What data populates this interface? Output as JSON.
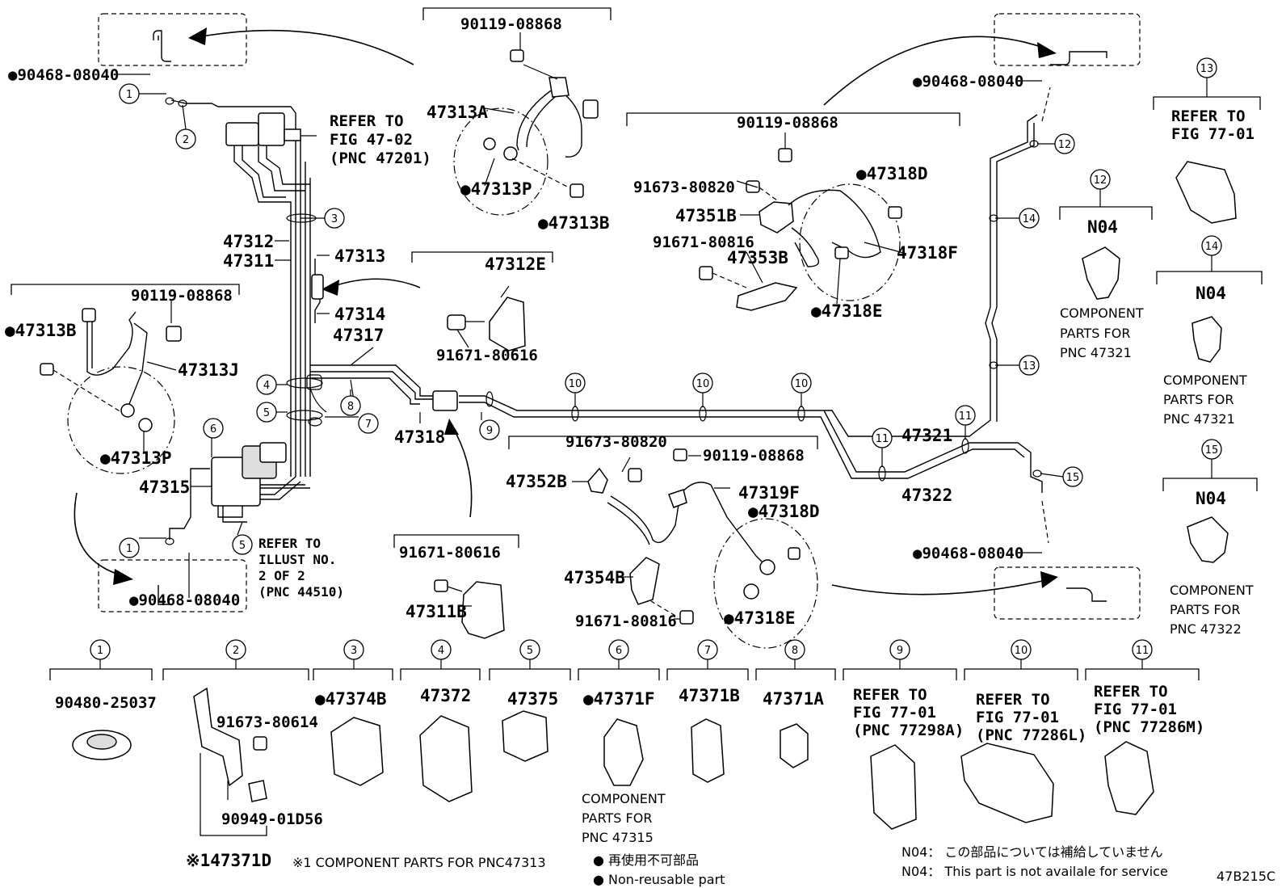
{
  "callouts": {
    "c1a": "1",
    "c2a": "2",
    "c3a": "3",
    "c4a": "4",
    "c5a": "5",
    "c6a": "6",
    "c7a": "7",
    "c8a": "8",
    "c9a": "9",
    "c10a": "10",
    "c10b": "10",
    "c10c": "10",
    "c11a": "11",
    "c11b": "11",
    "c12a": "12",
    "c13a": "13",
    "c14a": "14",
    "c15a": "15",
    "c1b": "1",
    "c5b": "5",
    "r1": "1",
    "r2": "2",
    "r3": "3",
    "r4": "4",
    "r5": "5",
    "r6": "6",
    "r7": "7",
    "r8": "8",
    "r9": "9",
    "r10": "10",
    "r11": "11",
    "s12": "12",
    "s13": "13",
    "s14": "14",
    "s15": "15"
  },
  "labels": {
    "p90468_tl": "●90468-08040",
    "p90468_bl": "●90468-08040",
    "p90468_tr": "●90468-08040",
    "p90468_br": "●90468-08040",
    "p90119_top": "90119-08868",
    "p47313A": "47313A",
    "p47313P_top": "●47313P",
    "p47313B_top": "●47313B",
    "refer_fig_47_02_l1": "REFER TO",
    "refer_fig_47_02_l2": "FIG 47-02",
    "refer_fig_47_02_l3": "(PNC 47201)",
    "p47312": "47312",
    "p47311": "47311",
    "p47313": "47313",
    "p47314": "47314",
    "p47317": "47317",
    "p47312E": "47312E",
    "p91671_80616_a": "91671-80616",
    "p90119_left": "90119-08868",
    "p47313B_left": "●47313B",
    "p47313J": "47313J",
    "p47313P_left": "●47313P",
    "p47315": "47315",
    "p47318": "47318",
    "refer_illust_l1": "REFER TO",
    "refer_illust_l2": "ILLUST NO.",
    "refer_illust_l3": "2 OF 2",
    "refer_illust_l4": "(PNC 44510)",
    "p91671_80616_b": "91671-80616",
    "p47311B": "47311B",
    "p90119_mid": "90119-08868",
    "p91673_80820_a": "91673-80820",
    "p47318D_a": "●47318D",
    "p47351B": "47351B",
    "p91671_80816_a": "91671-80816",
    "p47318F": "47318F",
    "p47353B": "47353B",
    "p47318E_a": "●47318E",
    "p91673_80820_b": "91673-80820",
    "p90119_low": "90119-08868",
    "p47352B": "47352B",
    "p47319F": "47319F",
    "p47318D_b": "●47318D",
    "p47354B": "47354B",
    "p91671_80816_b": "91671-80816",
    "p47318E_b": "●47318E",
    "p47321": "47321",
    "p47322": "47322",
    "side_13_l1": "REFER TO",
    "side_13_l2": "FIG 77-01",
    "side_12_n04": "N04",
    "side_12_c1": "COMPONENT",
    "side_12_c2": "PARTS FOR",
    "side_12_c3": "PNC 47321",
    "side_14_n04": "N04",
    "side_14_c1": "COMPONENT",
    "side_14_c2": "PARTS FOR",
    "side_14_c3": "PNC 47321",
    "side_15_n04": "N04",
    "side_15_c1": "COMPONENT",
    "side_15_c2": "PARTS FOR",
    "side_15_c3": "PNC 47322"
  },
  "bottom_row": {
    "b1": "90480-25037",
    "b2a": "91673-80614",
    "b2b": "90949-01D56",
    "b2c": "※147371D",
    "b3": "●47374B",
    "b4": "47372",
    "b5": "47375",
    "b6": "●47371F",
    "b6c1": "COMPONENT",
    "b6c2": "PARTS FOR",
    "b6c3": "PNC 47315",
    "b7": "47371B",
    "b8": "47371A",
    "b9l1": "REFER TO",
    "b9l2": "FIG 77-01",
    "b9l3": "(PNC 77298A)",
    "b10l1": "REFER TO",
    "b10l2": "FIG 77-01",
    "b10l3": "(PNC 77286L)",
    "b11l1": "REFER TO",
    "b11l2": "FIG 77-01",
    "b11l3": "(PNC 77286M)"
  },
  "footer": {
    "component_note": "※1 COMPONENT PARTS FOR PNC47313",
    "nonreuse_jp": "● 再使用不可部品",
    "nonreuse_en": "● Non-reusable part",
    "n04_jp": "N04：  この部品については補給していません",
    "n04_en": "N04：  This part is not availale for service",
    "fig_code": "47B215C"
  }
}
